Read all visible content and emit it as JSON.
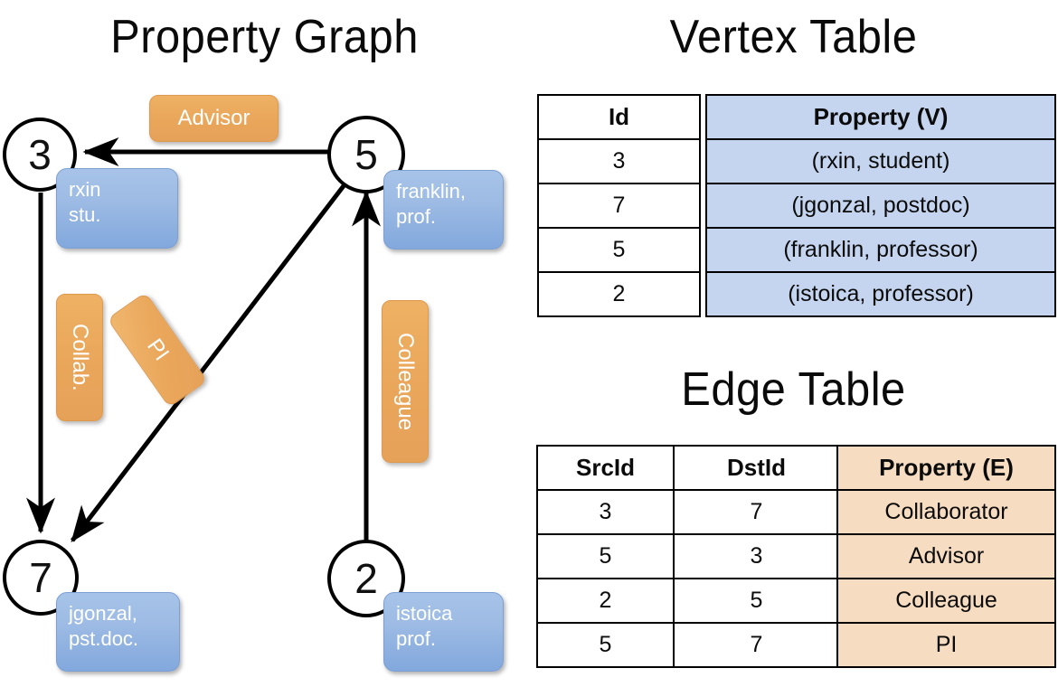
{
  "titles": {
    "property_graph": "Property Graph",
    "vertex_table": "Vertex Table",
    "edge_table": "Edge Table"
  },
  "graph": {
    "vertices": [
      {
        "id": "3",
        "property_label": "rxin\nstu."
      },
      {
        "id": "5",
        "property_label": "franklin,\nprof."
      },
      {
        "id": "7",
        "property_label": "jgonzal,\npst.doc."
      },
      {
        "id": "2",
        "property_label": "istoica\nprof."
      }
    ],
    "edge_labels": [
      {
        "name": "advisor",
        "text": "Advisor"
      },
      {
        "name": "collab",
        "text": "Collab."
      },
      {
        "name": "pi",
        "text": "PI"
      },
      {
        "name": "colleague",
        "text": "Colleague"
      }
    ]
  },
  "vertex_table": {
    "headers": [
      "Id",
      "Property (V)"
    ],
    "rows": [
      {
        "id": "3",
        "property": "(rxin, student)"
      },
      {
        "id": "7",
        "property": "(jgonzal, postdoc)"
      },
      {
        "id": "5",
        "property": "(franklin, professor)"
      },
      {
        "id": "2",
        "property": "(istoica, professor)"
      }
    ]
  },
  "edge_table": {
    "headers": [
      "SrcId",
      "DstId",
      "Property (E)"
    ],
    "rows": [
      {
        "src": "3",
        "dst": "7",
        "property": "Collaborator"
      },
      {
        "src": "5",
        "dst": "3",
        "property": "Advisor"
      },
      {
        "src": "2",
        "dst": "5",
        "property": "Colleague"
      },
      {
        "src": "5",
        "dst": "7",
        "property": "PI"
      }
    ]
  },
  "colors": {
    "vertex_property_fill": "#9dbbe4",
    "edge_property_fill": "#eaa85c",
    "vertex_table_cell": "#c5d5ef",
    "edge_table_cell": "#f6dcc0",
    "stroke": "#000000"
  }
}
